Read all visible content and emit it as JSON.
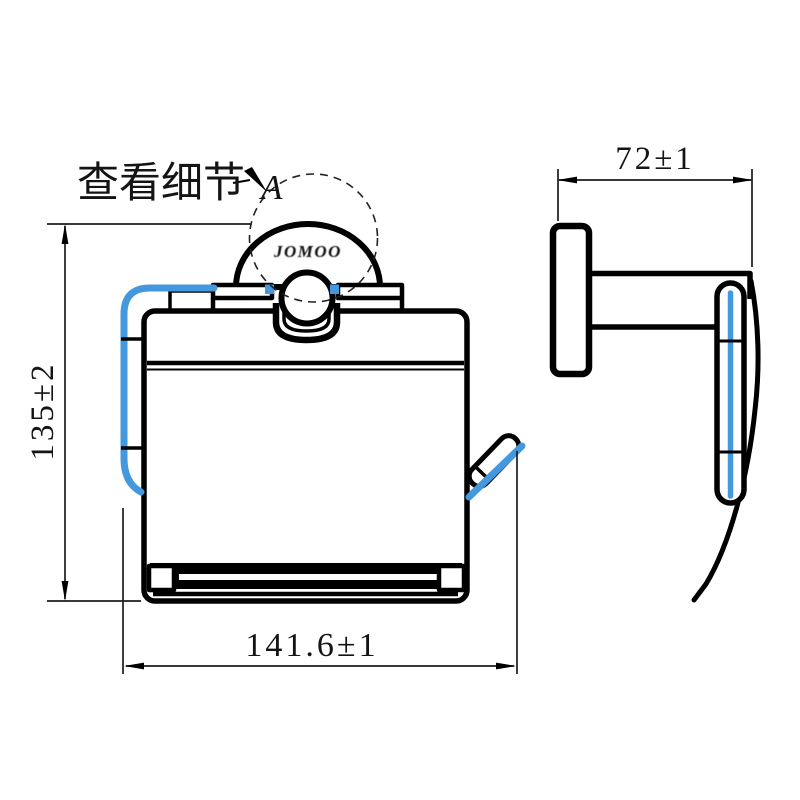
{
  "page": {
    "background": "#ffffff"
  },
  "colors": {
    "line": "#000000",
    "highlight": "#4499de"
  },
  "callout": {
    "text": "查看细节",
    "detail_label": "A"
  },
  "logo_text": "JOMOO",
  "dimensions": {
    "front_height": "135±2",
    "front_width": "141.6±1",
    "side_depth": "72±1"
  }
}
